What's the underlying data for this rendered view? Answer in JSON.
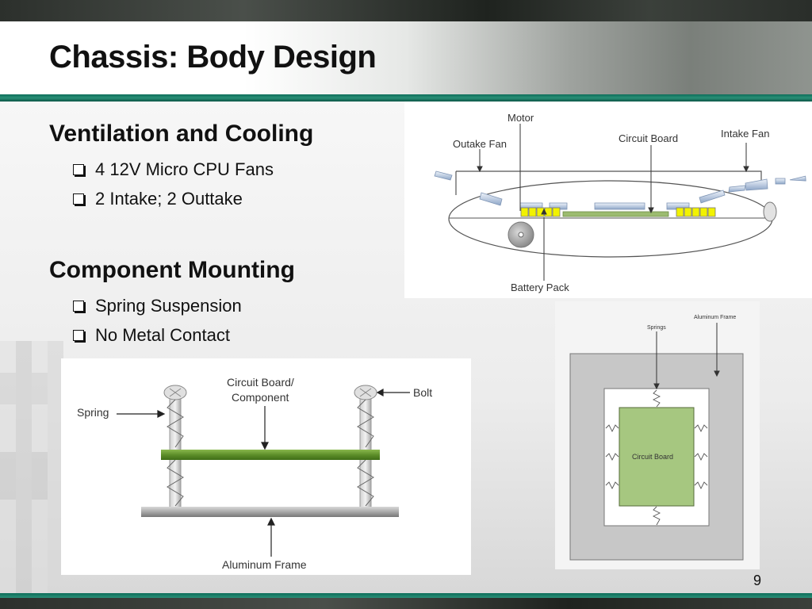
{
  "slide": {
    "title": "Chassis: Body Design",
    "page_number": "9"
  },
  "sections": [
    {
      "heading": "Ventilation and Cooling",
      "bullets": [
        "4 12V Micro CPU Fans",
        "2 Intake; 2 Outtake"
      ]
    },
    {
      "heading": "Component Mounting",
      "bullets": [
        "Spring Suspension",
        "No Metal Contact"
      ]
    }
  ],
  "diagram_top": {
    "labels": {
      "motor": "Motor",
      "outake_fan": "Outake Fan",
      "circuit_board": "Circuit Board",
      "intake_fan": "Intake Fan",
      "battery_pack": "Battery Pack"
    }
  },
  "diagram_spring": {
    "labels": {
      "circuit_board_component_line1": "Circuit Board/",
      "circuit_board_component_line2": "Component",
      "bolt": "Bolt",
      "spring": "Spring",
      "aluminum_frame": "Aluminum Frame"
    }
  },
  "diagram_frame": {
    "labels": {
      "aluminum_frame": "Aluminum Frame",
      "springs": "Springs",
      "circuit_board": "Circuit Board"
    }
  },
  "colors": {
    "accent_green": "#0e6e5a",
    "board_green": "#a6c780",
    "battery_yellow": "#f2f200"
  }
}
